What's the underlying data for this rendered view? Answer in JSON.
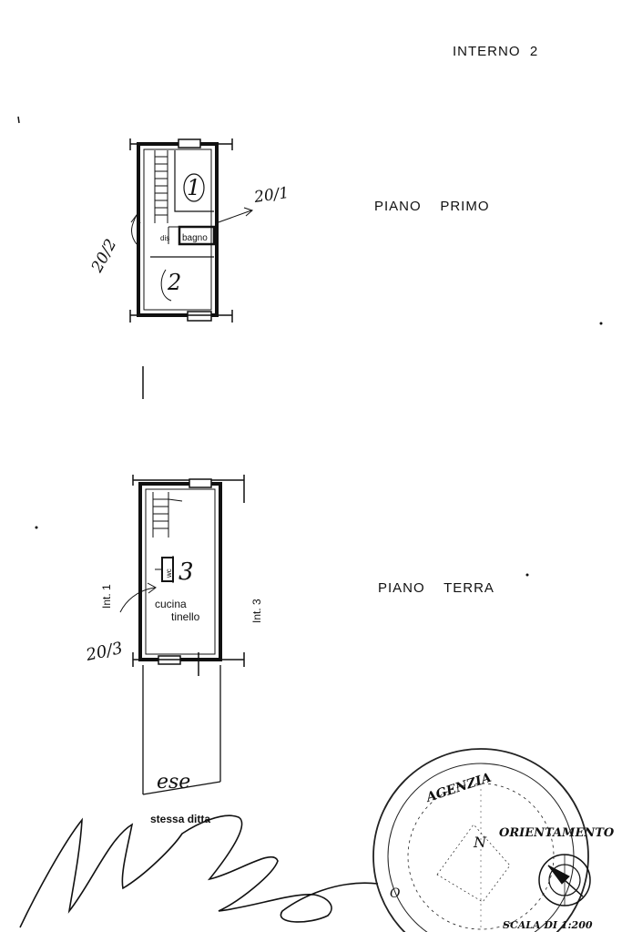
{
  "header": {
    "unit_label": "INTERNO  2"
  },
  "floors": [
    {
      "level_label": "PIANO    PRIMO",
      "rooms": [
        {
          "number": "1"
        },
        {
          "number": "2"
        },
        {
          "label": "bagno"
        },
        {
          "label": "dis"
        }
      ],
      "annotations": [
        "20/1",
        "20/2"
      ]
    },
    {
      "level_label": "PIANO    TERRA",
      "rooms": [
        {
          "number": "3"
        },
        {
          "label": "cucina"
        },
        {
          "label": "tinello"
        },
        {
          "label": "wc"
        }
      ],
      "adjacent": [
        "Int. 1",
        "Int. 3"
      ],
      "annotations": [
        "20/3"
      ]
    }
  ],
  "yard": {
    "label": "ese",
    "owner_note": "stessa    ditta"
  },
  "stamp": {
    "ring_text": "AGENZIA",
    "center_letter": "N",
    "side_letter": "O",
    "orientation_label": "ORIENTAMENTO",
    "scale_label": "SCALA DI 1:200"
  }
}
